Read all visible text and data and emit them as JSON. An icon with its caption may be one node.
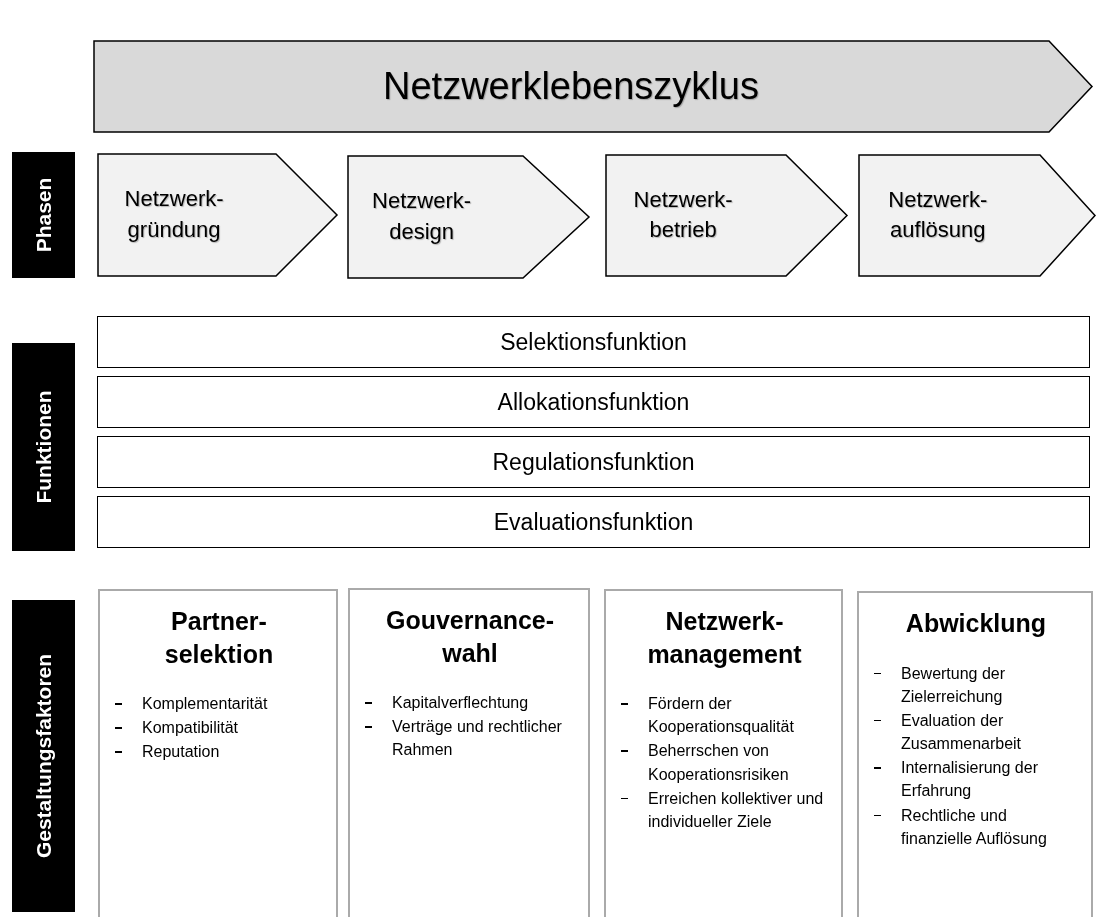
{
  "diagram": {
    "nodes": [
      {
        "text": [
          "Netzwerklebenszyklus"
        ]
      },
      {
        "text": [
          "Phasen"
        ]
      },
      {
        "text": [
          "Netzwerk- gründung"
        ]
      },
      {
        "text": [
          "Netzwerk- design"
        ]
      },
      {
        "text": [
          "Netzwerk- betrieb"
        ]
      },
      {
        "text": [
          "Netzwerk- auflösung"
        ]
      },
      {
        "text": [
          "Funktionen"
        ]
      },
      {
        "text": [
          "Selektionsfunktion"
        ]
      },
      {
        "text": [
          "Allokationsfunktion"
        ]
      },
      {
        "text": [
          "Regulationsfunktion"
        ]
      },
      {
        "text": [
          "Evaluationsfunktion"
        ]
      },
      {
        "text": [
          "Gestaltungsfaktoren"
        ]
      },
      {
        "text": [
          "Partner- selektion",
          "Komplementarität",
          "Kompatibilität",
          "Reputation"
        ]
      },
      {
        "text": [
          "Gouvernance- wahl",
          "Kapitalverflechtung",
          "Verträge und rechtlicher Rahmen"
        ]
      },
      {
        "text": [
          "Netzwerk- management",
          "Fördern der Kooperationsqualität",
          "Beherrschen von Kooperationsrisiken",
          "Erreichen kollektiver und individueller Ziele"
        ]
      },
      {
        "text": [
          "Abwicklung",
          "Bewertung der Zielerreichung",
          "Evaluation der Zusammenarbeit",
          "Internalisierung der Erfahrung",
          "Rechtliche und finanzielle Auflösung"
        ]
      }
    ]
  }
}
